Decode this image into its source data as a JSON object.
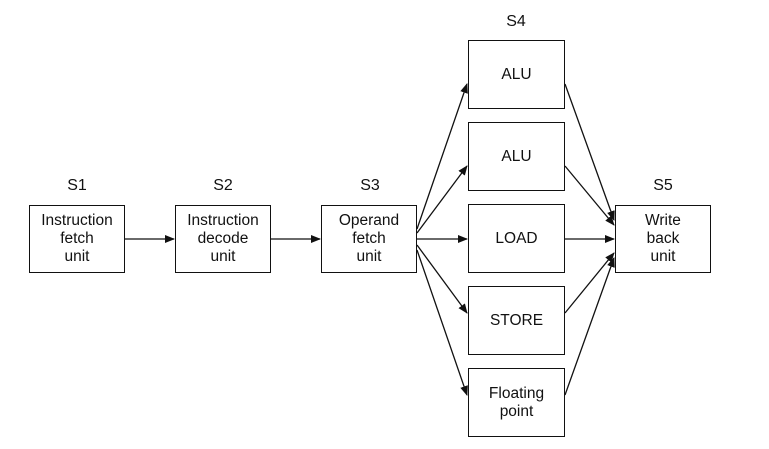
{
  "stages": {
    "s1": "S1",
    "s2": "S2",
    "s3": "S3",
    "s4": "S4",
    "s5": "S5"
  },
  "units": {
    "fetch": [
      "Instruction",
      "fetch",
      "unit"
    ],
    "decode": [
      "Instruction",
      "decode",
      "unit"
    ],
    "operand": [
      "Operand",
      "fetch",
      "unit"
    ],
    "alu1": [
      "ALU"
    ],
    "alu2": [
      "ALU"
    ],
    "load": [
      "LOAD"
    ],
    "store": [
      "STORE"
    ],
    "float": [
      "Floating",
      "point"
    ],
    "writeback": [
      "Write",
      "back",
      "unit"
    ]
  }
}
